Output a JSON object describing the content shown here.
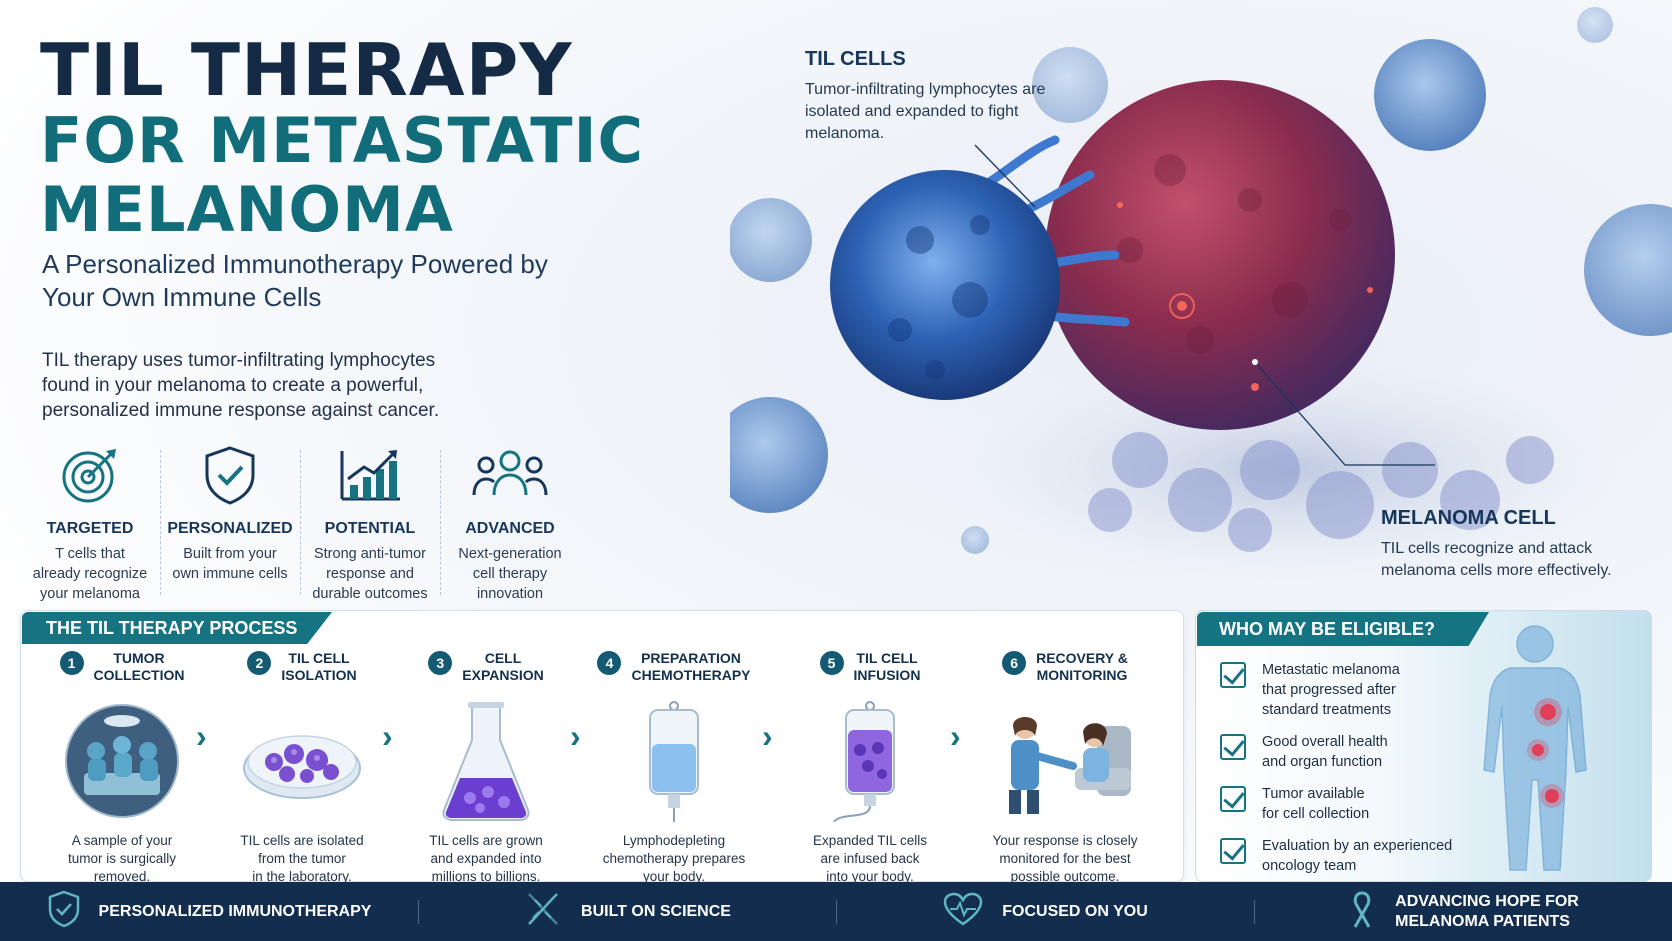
{
  "hero": {
    "title_line1": "TIL THERAPY",
    "title_line2": "FOR METASTATIC MELANOMA",
    "subtitle": "A Personalized Immunotherapy Powered by Your Own Immune Cells",
    "intro": "TIL therapy uses tumor-infiltrating lymphocytes found in your melanoma to create a powerful, personalized immune response against cancer."
  },
  "features": [
    {
      "icon": "target-icon",
      "title": "TARGETED",
      "desc": "T cells that already recognize your melanoma"
    },
    {
      "icon": "shield-check-icon",
      "title": "PERSONALIZED",
      "desc": "Built from your own immune cells"
    },
    {
      "icon": "growth-chart-icon",
      "title": "POTENTIAL",
      "desc": "Strong anti-tumor response and durable outcomes"
    },
    {
      "icon": "people-icon",
      "title": "ADVANCED",
      "desc": "Next-generation cell therapy innovation"
    }
  ],
  "illustration": {
    "til_label": "TIL CELLS",
    "til_desc": "Tumor-infiltrating lymphocytes are isolated and expanded to fight melanoma.",
    "melanoma_label": "MELANOMA CELL",
    "melanoma_desc": "TIL cells recognize and attack melanoma cells more effectively."
  },
  "process": {
    "heading": "THE TIL THERAPY PROCESS",
    "steps": [
      {
        "num": "1",
        "title": "TUMOR\nCOLLECTION",
        "desc": "A sample of your\ntumor is surgically\nremoved.",
        "icon": "surgery-icon"
      },
      {
        "num": "2",
        "title": "TIL CELL\nISOLATION",
        "desc": "TIL cells are isolated\nfrom the tumor\nin the laboratory.",
        "icon": "petri-dish-icon"
      },
      {
        "num": "3",
        "title": "CELL\nEXPANSION",
        "desc": "TIL cells are grown\nand expanded into\nmillions to billions.",
        "icon": "flask-icon"
      },
      {
        "num": "4",
        "title": "PREPARATION\nCHEMOTHERAPY",
        "desc": "Lymphodepleting\nchemotherapy prepares\nyour body.",
        "icon": "iv-bag-icon"
      },
      {
        "num": "5",
        "title": "TIL CELL\nINFUSION",
        "desc": "Expanded TIL cells\nare infused back\ninto your body.",
        "icon": "infusion-bag-icon"
      },
      {
        "num": "6",
        "title": "RECOVERY &\nMONITORING",
        "desc": "Your response is closely\nmonitored for the best\npossible outcome.",
        "icon": "nurse-patient-icon"
      }
    ]
  },
  "eligibility": {
    "heading": "WHO MAY BE ELIGIBLE?",
    "items": [
      "Metastatic melanoma\nthat progressed after\nstandard treatments",
      "Good overall health\nand organ function",
      "Tumor available\nfor cell collection",
      "Evaluation by an experienced\noncology team"
    ]
  },
  "footer": [
    {
      "icon": "shield-check-icon",
      "label": "PERSONALIZED IMMUNOTHERAPY"
    },
    {
      "icon": "dna-icon",
      "label": "BUILT ON SCIENCE"
    },
    {
      "icon": "heart-icon",
      "label": "FOCUSED ON YOU"
    },
    {
      "icon": "ribbon-icon",
      "label": "ADVANCING HOPE FOR\nMELANOMA PATIENTS"
    }
  ],
  "colors": {
    "navy": "#152a44",
    "teal": "#167482",
    "footer": "#132d4f",
    "melanoma": "#8a2c4e",
    "til_blue": "#2d63b5"
  }
}
